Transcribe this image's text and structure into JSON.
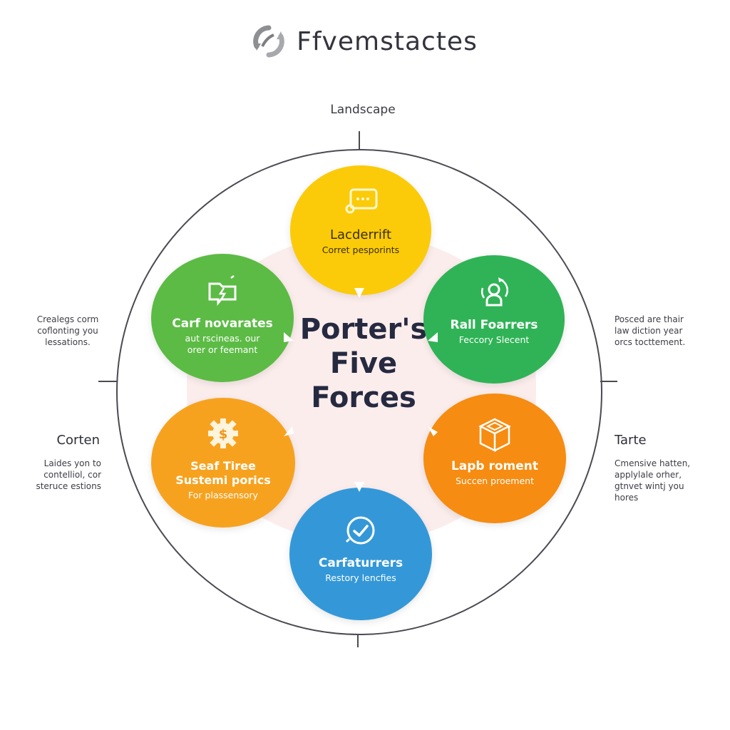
{
  "header": {
    "logo_icon": "circular-arrows-logo-icon",
    "title": "Ffvemstactes"
  },
  "diagram": {
    "top_label": "Landscape",
    "center_title_lines": [
      "Porter's",
      "Five",
      "Forces"
    ],
    "nodes": [
      {
        "id": "top",
        "icon": "chat-window-icon",
        "label": "Lacderrift",
        "sub": "Corret pesporints",
        "color": "#fbcb0a",
        "text_color": "#3a2f05"
      },
      {
        "id": "upper-left",
        "icon": "folder-bolt-icon",
        "label": "Carf novarates",
        "sub": "aut rscineas. our\norer or feemant",
        "color": "#5cbb45",
        "text_color": "#ffffff"
      },
      {
        "id": "upper-right",
        "icon": "user-cycle-icon",
        "label": "Rall Foarrers",
        "sub": "Feccory Slecent",
        "color": "#2fb356",
        "text_color": "#ffffff"
      },
      {
        "id": "lower-left",
        "icon": "gear-dollar-icon",
        "label": "Seaf Tiree\nSustemi porics",
        "sub": "For plassensory",
        "color": "#f7a21f",
        "text_color": "#ffffff"
      },
      {
        "id": "lower-right",
        "icon": "box-icon",
        "label": "Lapb roment",
        "sub": "Succen proement",
        "color": "#f68c11",
        "text_color": "#ffffff"
      },
      {
        "id": "bottom",
        "icon": "check-circle-icon",
        "label": "Carfaturrers",
        "sub": "Restory lencfies",
        "color": "#3498d8",
        "text_color": "#ffffff"
      }
    ],
    "side_notes": {
      "left_upper": {
        "text": "Crealegs corm\ncoflonting you\nlessations."
      },
      "right_upper": {
        "text": "Posced are thair\nlaw diction year\norcs tocttement."
      },
      "left_lower": {
        "title": "Corten",
        "text": "Laides yon to\ncontelliol, cor\nsteruce estions"
      },
      "right_lower": {
        "title": "Tarte",
        "text": "Cmensive hatten,\napplylale orher,\ngtnvet wintj you\nhores"
      }
    },
    "colors": {
      "frame_line": "#4a4b52",
      "center_blob": "#fbeaea",
      "center_title": "#262a40"
    }
  }
}
